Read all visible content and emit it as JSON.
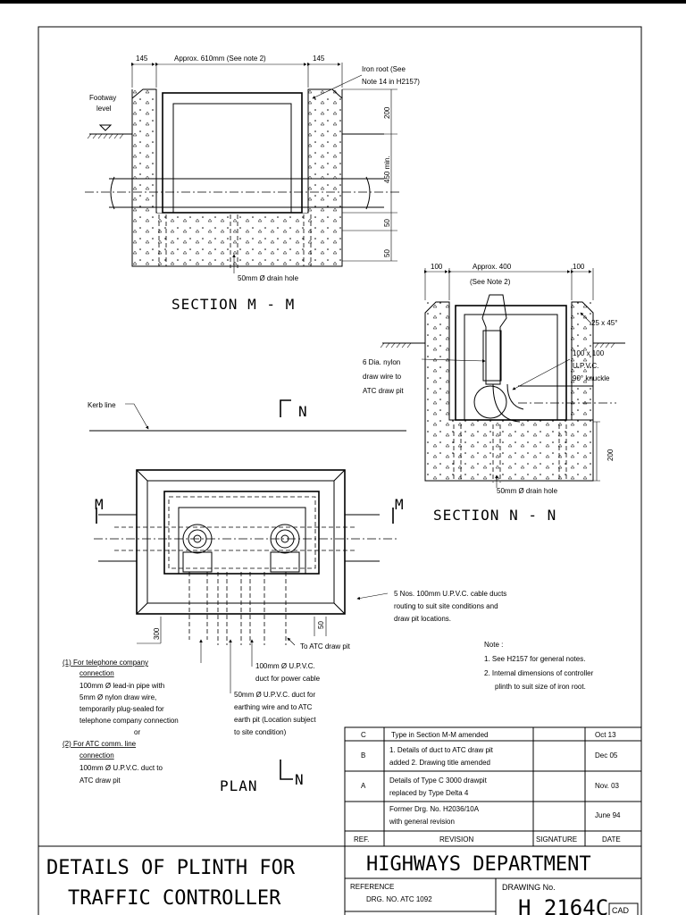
{
  "section_mm": {
    "title": "SECTION  M  -  M",
    "dim_left": "145",
    "dim_mid": "Approx. 610mm  (See note 2)",
    "dim_right": "145",
    "iron_root_1": "Iron root (See",
    "iron_root_2": "Note 14 in H2157)",
    "footway_1": "Footway",
    "footway_2": "level",
    "dim_200": "200",
    "dim_450": "450 min.",
    "dim_50a": "50",
    "dim_50b": "50",
    "drain_hole": "50mm Ø drain hole"
  },
  "section_nn": {
    "title": "SECTION   N  -  N",
    "dim_100a": "100",
    "dim_400_1": "Approx. 400",
    "dim_400_2": "(See Note 2)",
    "dim_100b": "100",
    "chamfer": "25 x 45°",
    "knuckle_1": "100 x 100",
    "knuckle_2": "U.P.V.C.",
    "knuckle_3": "90°  knuckle",
    "wire_1": "6 Dia. nylon",
    "wire_2": "draw wire to",
    "wire_3": "ATC draw pit",
    "dim_200": "200",
    "drain_hole": "50mm Ø drain hole"
  },
  "plan": {
    "kerb": "Kerb line",
    "cut_n": "N",
    "cut_m": "M",
    "title": "PLAN",
    "dim_300": "300",
    "dim_50": "50",
    "ducts_1": "5 Nos. 100mm  U.P.V.C. cable ducts",
    "ducts_2": "routing to suit site conditions and",
    "ducts_3": "draw pit locations.",
    "to_atc": "To ATC draw pit",
    "power_1": "100mm Ø U.P.V.C.",
    "power_2": "duct for power cable",
    "earth_1": "50mm Ø U.P.V.C. duct for",
    "earth_2": "earthing wire and to ATC",
    "earth_3": "earth pit (Location subject",
    "earth_4": "to site condition)",
    "tel_1": "(1)  For telephone company",
    "tel_2": "connection",
    "tel_3": "100mm Ø lead-in pipe with",
    "tel_4": "5mm Ø  nylon draw wire,",
    "tel_5": "temporarily plug-sealed for",
    "tel_6": "telephone company connection",
    "tel_7": "or",
    "atc_1": "(2)  For ATC comm. line",
    "atc_2": "connection",
    "atc_3": "100mm Ø U.P.V.C. duct to",
    "atc_4": "ATC draw pit"
  },
  "notes": {
    "heading": "Note :",
    "n1": "1. See H2157  for general notes.",
    "n2a": "2. Internal dimensions of controller",
    "n2b": "plinth to suit size of iron root."
  },
  "revisions": {
    "rows": [
      {
        "ref": "C",
        "text1": "Type in Section M-M amended",
        "text2": "",
        "date": "Oct 13"
      },
      {
        "ref": "B",
        "text1": "1. Details of duct to ATC draw pit",
        "text2": "added 2. Drawing title amended",
        "date": "Dec 05"
      },
      {
        "ref": "A",
        "text1": "Details of Type C 3000 drawpit",
        "text2": "replaced by Type Delta 4",
        "date": "Nov. 03"
      },
      {
        "ref": "",
        "text1": "Former Drg. No. H2036/10A",
        "text2": "with general revision",
        "date": "June 94"
      }
    ],
    "head_ref": "REF.",
    "head_rev": "REVISION",
    "head_sig": "SIGNATURE",
    "head_date": "DATE"
  },
  "titleblock": {
    "title_1": "DETAILS OF PLINTH FOR",
    "title_2": "TRAFFIC CONTROLLER",
    "dept": "HIGHWAYS  DEPARTMENT",
    "ref_label": "REFERENCE",
    "ref_value": "DRG. NO. ATC 1092",
    "drawing_label": "DRAWING  No.",
    "cad": "CAD",
    "drawing_no": "H  2164C"
  }
}
